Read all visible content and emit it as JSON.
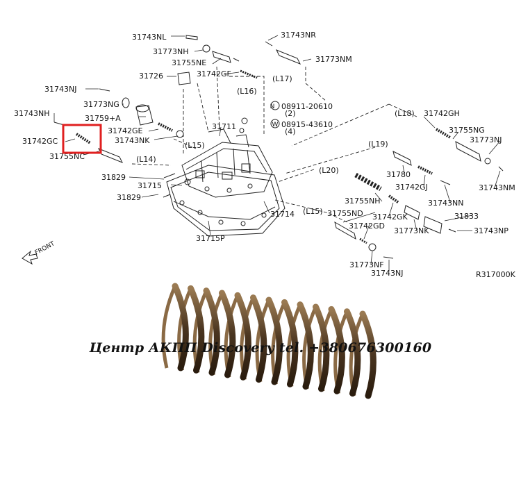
{
  "diagram": {
    "code": "R317000K",
    "front_label": "FRONT",
    "part_labels": [
      "31743NL",
      "31743NR",
      "31773NH",
      "31773NM",
      "31755NE",
      "31726",
      "31742GF",
      "31743NJ",
      "31773NG",
      "31743NH",
      "31759+A",
      "31742GE",
      "31742GC",
      "31743NK",
      "31755NC",
      "31711",
      "31829",
      "31715",
      "31829",
      "31715P",
      "31714",
      "31742GH",
      "31755NG",
      "31773NJ",
      "31743NM",
      "31780",
      "31742GJ",
      "31743NN",
      "31755NH",
      "31755ND",
      "31742GK",
      "31742GD",
      "31833",
      "31773NK",
      "31743NP",
      "31773NF",
      "31743NJ"
    ],
    "line_labels": [
      "(L17)",
      "(L16)",
      "(L18)",
      "(L15)",
      "(L14)",
      "(L19)",
      "(L20)",
      "(L15)"
    ],
    "callouts": [
      {
        "symbol": "N",
        "part": "08911-20610",
        "qty": "(2)"
      },
      {
        "symbol": "W",
        "part": "08915-43610",
        "qty": "(4)"
      }
    ],
    "highlight_color": "#e02020"
  },
  "watermark": "Центр АКПП Discovery tel. +380676300160",
  "colors": {
    "line": "#222222",
    "spring_dark": "#3b2a18",
    "spring_light": "#8a6a45"
  }
}
